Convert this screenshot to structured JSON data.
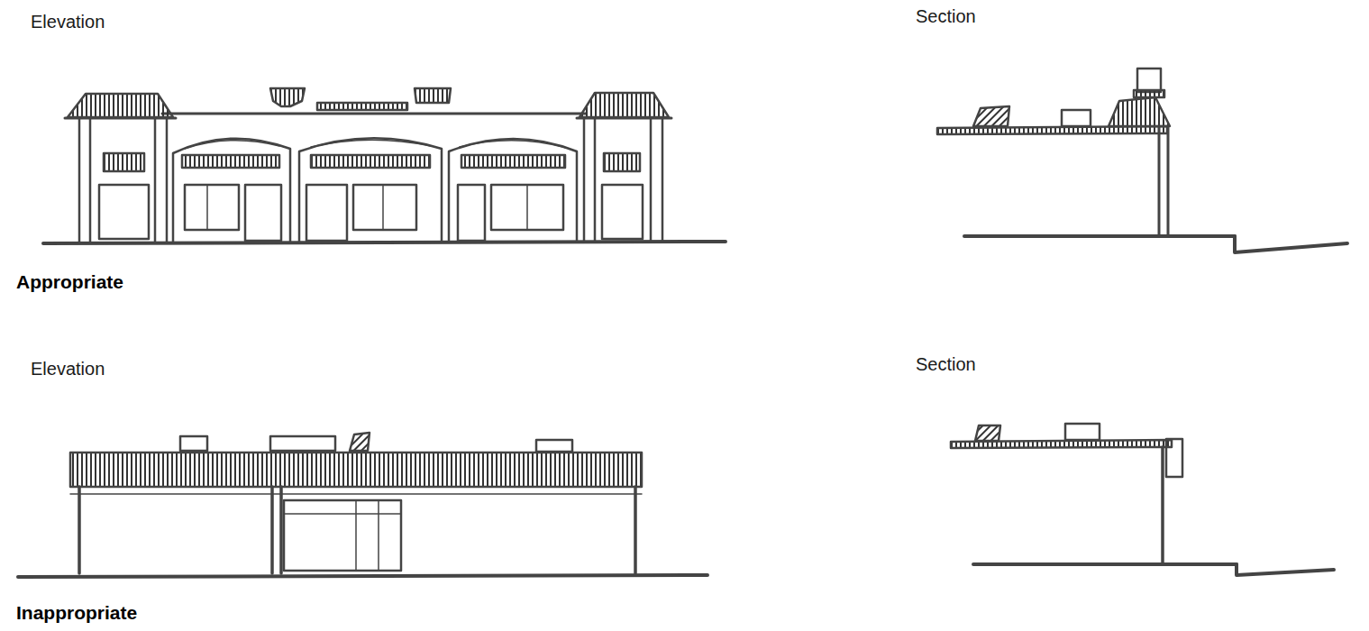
{
  "diagram": {
    "labels": [
      "Elevation",
      "Section",
      "Appropriate",
      "Elevation",
      "Section",
      "Inappropriate"
    ]
  }
}
